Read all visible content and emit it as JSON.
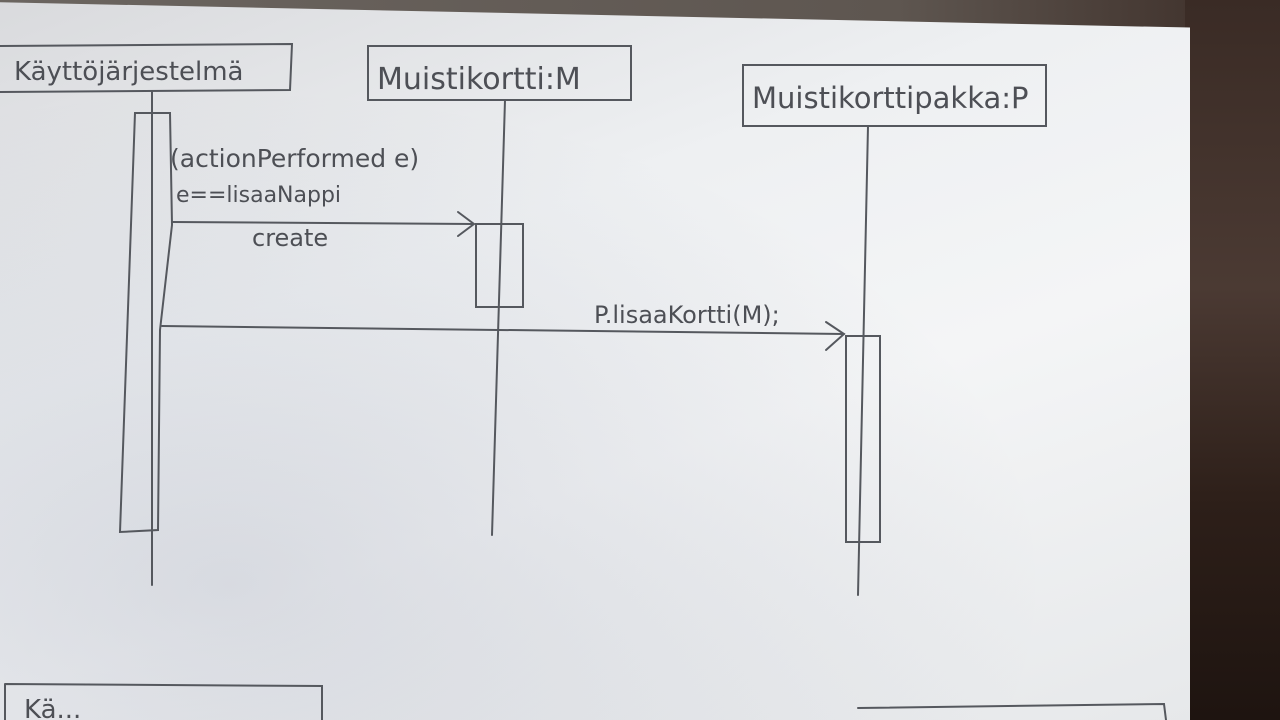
{
  "diagram": {
    "participants": [
      {
        "id": "os",
        "label": "Käyttöjärjestelmä"
      },
      {
        "id": "card",
        "label": "Muistikortti:M"
      },
      {
        "id": "deck",
        "label": "Muistikorttipakka:P"
      }
    ],
    "messages": [
      {
        "from": "os",
        "to": "card",
        "guard": "(actionPerformed e)",
        "condition": "e==lisaaNappi",
        "label": "create"
      },
      {
        "from": "os",
        "to": "deck",
        "label": "P.lisaaKortti(M);"
      }
    ],
    "partial_bottom_label": "Kä..."
  }
}
